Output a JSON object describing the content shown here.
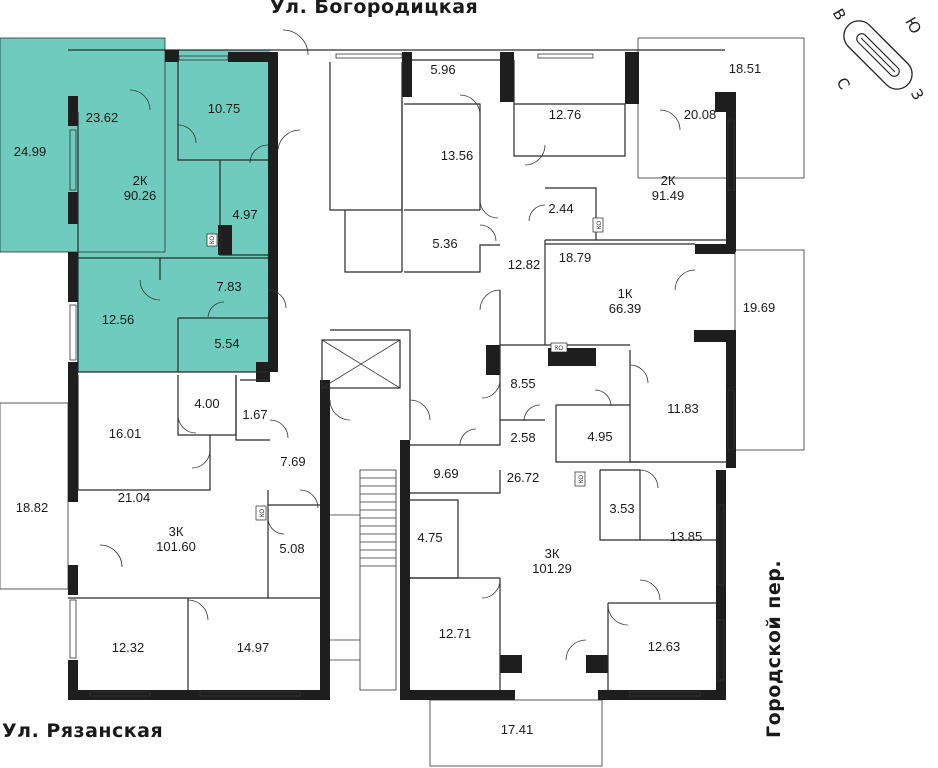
{
  "streets": {
    "top": "Ул. Богородицкая",
    "bottom": "Ул. Рязанская",
    "right": "Городской пер."
  },
  "compass": {
    "north": "С",
    "south": "Ю",
    "east": "В",
    "west": "З"
  },
  "utility_label": "КО",
  "apartments": [
    {
      "id": "apt-2k-a",
      "type": "2К",
      "area": "90.26",
      "highlighted": true
    },
    {
      "id": "apt-2k-b",
      "type": "2К",
      "area": "91.49",
      "highlighted": false
    },
    {
      "id": "apt-1k",
      "type": "1К",
      "area": "66.39",
      "highlighted": false
    },
    {
      "id": "apt-3k-a",
      "type": "3К",
      "area": "101.60",
      "highlighted": false
    },
    {
      "id": "apt-3k-b",
      "type": "3К",
      "area": "101.29",
      "highlighted": false
    }
  ],
  "rooms": [
    "24.99",
    "23.62",
    "10.75",
    "4.97",
    "7.83",
    "12.56",
    "5.54",
    "5.96",
    "13.56",
    "5.36",
    "12.82",
    "12.76",
    "18.51",
    "20.08",
    "2.44",
    "18.79",
    "19.69",
    "8.55",
    "2.58",
    "4.95",
    "11.83",
    "16.01",
    "4.00",
    "1.67",
    "7.69",
    "21.04",
    "18.82",
    "5.08",
    "12.32",
    "14.97",
    "9.69",
    "4.75",
    "26.72",
    "3.53",
    "13.85",
    "12.71",
    "12.63",
    "17.41"
  ],
  "colors": {
    "highlight": "#6fcbbd",
    "wall": "#1e1e1e"
  }
}
